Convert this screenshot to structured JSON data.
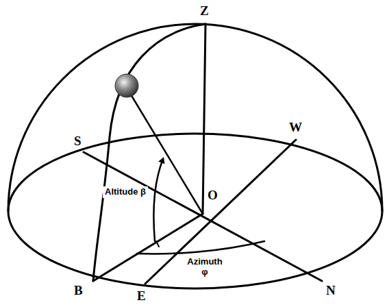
{
  "diagram": {
    "labels": [
      "Z",
      "S",
      "W",
      "O",
      "Altitude β",
      "Azimuth φ",
      "B",
      "E",
      "N"
    ]
  }
}
